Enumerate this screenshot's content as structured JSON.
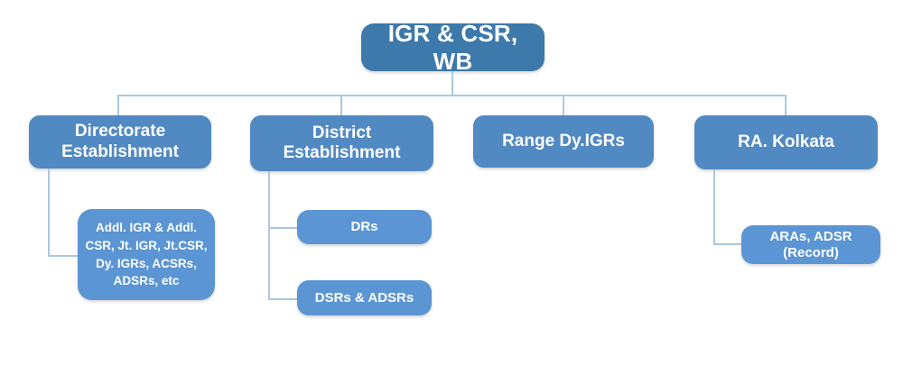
{
  "chart_type": "organization-chart",
  "colors": {
    "root_box": "#3e79ab",
    "division_box": "#5189c3",
    "leaf_box": "#5b95d4",
    "connector_line": "#a9c8e4",
    "text": "#ffffff",
    "background": "#ffffff"
  },
  "root": {
    "label": "IGR & CSR, WB"
  },
  "divisions": [
    {
      "label": "Directorate\nEstablishment"
    },
    {
      "label": "District\nEstablishment"
    },
    {
      "label": "Range Dy.IGRs"
    },
    {
      "label": "RA. Kolkata"
    }
  ],
  "leaves": {
    "directorate": [
      {
        "label": "Addl. IGR & Addl.\nCSR, Jt. IGR, Jt.CSR,\nDy. IGRs,  ACSRs,\nADSRs, etc"
      }
    ],
    "district": [
      {
        "label": "DRs"
      },
      {
        "label": "DSRs & ADSRs"
      }
    ],
    "range": [],
    "ra_kolkata": [
      {
        "label": "ARAs, ADSR (Record)"
      }
    ]
  }
}
